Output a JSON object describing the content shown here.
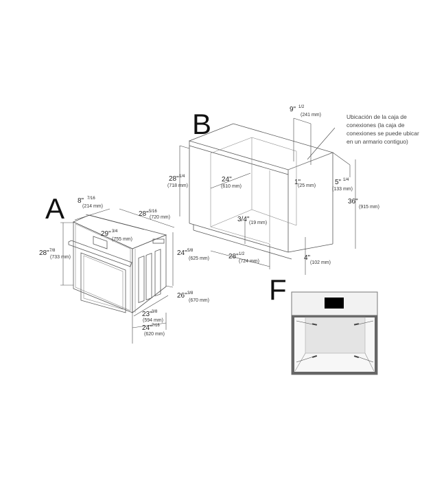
{
  "labels": {
    "a": "A",
    "b": "B",
    "f": "F"
  },
  "oven_a": {
    "depth_top": {
      "main": "8\"",
      "frac": "7/16",
      "mm": "(214 mm)"
    },
    "depth": {
      "main": "28\"",
      "frac": "5/16",
      "mm": "(720 mm)"
    },
    "width": {
      "main": "29\"",
      "frac": "3/4",
      "mm": "(755 mm)"
    },
    "height": {
      "main": "28\"",
      "frac": "7/8",
      "mm": "(733 mm)"
    },
    "side_height": {
      "main": "24\"",
      "frac": "5/8",
      "mm": "(625 mm)"
    },
    "side_depth": {
      "main": "26\"",
      "frac": "3/8",
      "mm": "(670 mm)"
    },
    "body_width": {
      "main": "23\"",
      "frac": "3/8",
      "mm": "(594 mm)"
    },
    "body_width2": {
      "main": "24\"",
      "frac": "7/16",
      "mm": "(620 mm)"
    }
  },
  "cabinet_b": {
    "junction_width": {
      "main": "9\"",
      "frac": "1/2",
      "mm": "(241 mm)"
    },
    "note": [
      "Ubicación de la caja de",
      "conexiones (la caja de",
      "conexiones se puede ubicar",
      "en un armario contiguo)"
    ],
    "cutout_height": {
      "main": "28\"",
      "frac": "1/4",
      "mm": "(718 mm)"
    },
    "depth": {
      "main": "24\"",
      "mm": "(610 mm)"
    },
    "side": {
      "main": "1\"",
      "mm": "(25 mm)"
    },
    "top_gap": {
      "main": "5\"",
      "frac": "1/4",
      "mm": "(133 mm)"
    },
    "total_height": {
      "main": "36\"",
      "mm": "(915 mm)"
    },
    "floor": {
      "main": "3/4\"",
      "mm": "(19 mm)"
    },
    "cutout_width": {
      "main": "28\"",
      "frac": "1/2",
      "mm": "(724 mm)"
    },
    "base": {
      "main": "4\"",
      "mm": "(102 mm)"
    }
  }
}
